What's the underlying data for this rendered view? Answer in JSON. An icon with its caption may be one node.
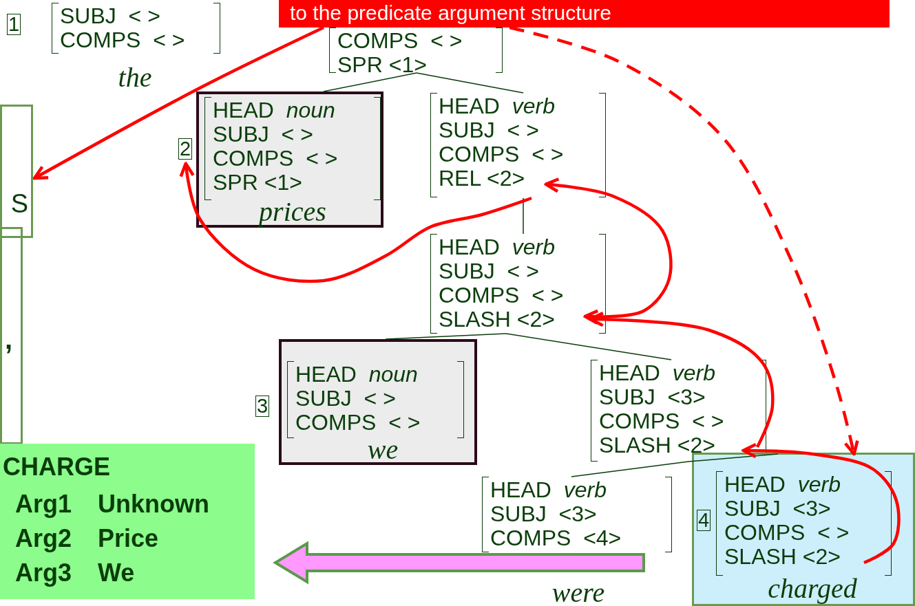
{
  "diagram": {
    "nodes": [
      {
        "text": [
          "to the predicate argument structure"
        ]
      },
      {
        "text": [
          "1",
          "SUBJ  < >",
          "COMPS  < >",
          "the"
        ]
      },
      {
        "text": [
          "COMPS  < >",
          "SPR <1>"
        ]
      },
      {
        "text": [
          "S"
        ]
      },
      {
        "text": [
          ","
        ]
      },
      {
        "text": [
          "2",
          "HEAD  *noun*",
          "SUBJ  < >",
          "COMPS  < >",
          "SPR <1>",
          "prices"
        ]
      },
      {
        "text": [
          "HEAD  *verb*",
          "SUBJ  < >",
          "COMPS  < >",
          "REL <2>"
        ]
      },
      {
        "text": [
          "HEAD  *verb*",
          "SUBJ  < >",
          "COMPS  < >",
          "SLASH <2>"
        ]
      },
      {
        "text": [
          "3",
          "HEAD  *noun*",
          "SUBJ  < >",
          "COMPS  < >",
          "we"
        ]
      },
      {
        "text": [
          "HEAD  *verb*",
          "SUBJ  <3>",
          "COMPS  < >",
          "SLASH <2>"
        ]
      },
      {
        "text": [
          "HEAD  *verb*",
          "SUBJ  <3>",
          "COMPS  <4>",
          "were"
        ]
      },
      {
        "text": [
          "4",
          "HEAD  *verb*",
          "SUBJ  <3>",
          "COMPS  < >",
          "SLASH <2>",
          "charged"
        ]
      },
      {
        "text": [
          "CHARGE",
          "Arg1 Unknown",
          "Arg2 Price",
          "Arg3 We"
        ]
      }
    ],
    "edges": [
      {
        "from": 2,
        "to": 5,
        "arrow": "none"
      },
      {
        "from": 2,
        "to": 6,
        "arrow": "none"
      },
      {
        "from": 6,
        "to": 7,
        "arrow": "none"
      },
      {
        "from": 7,
        "to": 8,
        "arrow": "none"
      },
      {
        "from": 7,
        "to": 9,
        "arrow": "none"
      },
      {
        "from": 9,
        "to": 10,
        "arrow": "none"
      },
      {
        "from": 9,
        "to": 11,
        "arrow": "none"
      },
      {
        "from": 6,
        "to": 5,
        "arrow": "to",
        "style": "thick",
        "color": "#ff0000"
      },
      {
        "from": 6,
        "to": 7,
        "arrow": "both",
        "style": "thick",
        "color": "#ff0000"
      },
      {
        "from": 11,
        "to": 9,
        "arrow": "to",
        "style": "thick",
        "color": "#ff0000"
      },
      {
        "from": 9,
        "to": 7,
        "arrow": "to",
        "style": "thick",
        "color": "#ff0000"
      },
      {
        "from": 0,
        "to": 3,
        "arrow": "to",
        "style": "thick",
        "color": "#ff0000"
      },
      {
        "from": 0,
        "to": 11,
        "arrow": "to",
        "style": "dashed",
        "color": "#ff0000"
      },
      {
        "from": null,
        "to": 12,
        "arrow": "to",
        "style": "thick",
        "color": "#ff99ff"
      }
    ]
  }
}
